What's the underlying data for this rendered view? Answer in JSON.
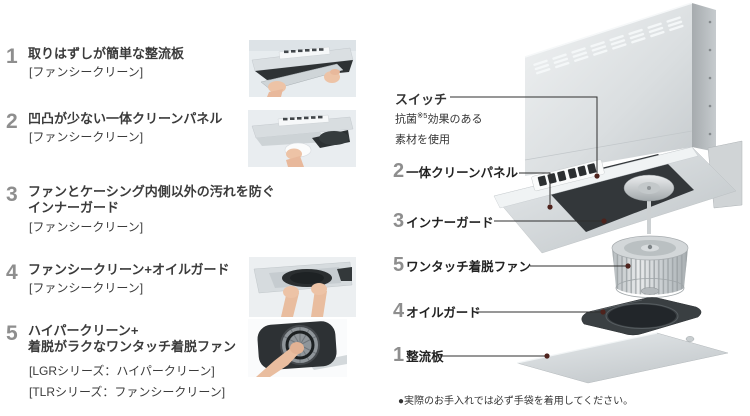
{
  "features": [
    {
      "num": "1",
      "lines": [
        "取りはずしが簡単な整流板"
      ],
      "brackets": [
        "[ファンシークリーン]"
      ]
    },
    {
      "num": "2",
      "lines": [
        "凹凸が少ない一体クリーンパネル"
      ],
      "brackets": [
        "[ファンシークリーン]"
      ]
    },
    {
      "num": "3",
      "lines": [
        "ファンとケーシング内側以外の汚れを防ぐ",
        "インナーガード"
      ],
      "brackets": [
        "[ファンシークリーン]"
      ]
    },
    {
      "num": "4",
      "lines": [
        "ファンシークリーン+オイルガード"
      ],
      "brackets": [
        "[ファンシークリーン]"
      ]
    },
    {
      "num": "5",
      "lines": [
        "ハイパークリーン+",
        "着脱がラクなワンタッチ着脱ファン"
      ],
      "brackets": [
        "[LGRシリーズ：ハイパークリーン]",
        "[TLRシリーズ：ファンシークリーン]"
      ]
    }
  ],
  "diagram": {
    "switch": {
      "title": "スイッチ",
      "note_p1": "抗菌",
      "note_sup": "※5",
      "note_p2": "効果のある",
      "note_line2": "素材を使用"
    },
    "parts": {
      "panel": {
        "num": "2",
        "label": "一体クリーンパネル"
      },
      "inner_guard": {
        "num": "3",
        "label": "インナーガード"
      },
      "fan": {
        "num": "5",
        "label": "ワンタッチ着脱ファン"
      },
      "oil_guard": {
        "num": "4",
        "label": "オイルガード"
      },
      "baffle": {
        "num": "1",
        "label": "整流板"
      }
    },
    "note": "●実際のお手入れでは必ず手袋を着用してください。"
  },
  "colors": {
    "number_gray": "#8e8e8e",
    "text_dark": "#333333",
    "leader_dot": "#4e231d",
    "body_silver": "#d4d9dc"
  }
}
